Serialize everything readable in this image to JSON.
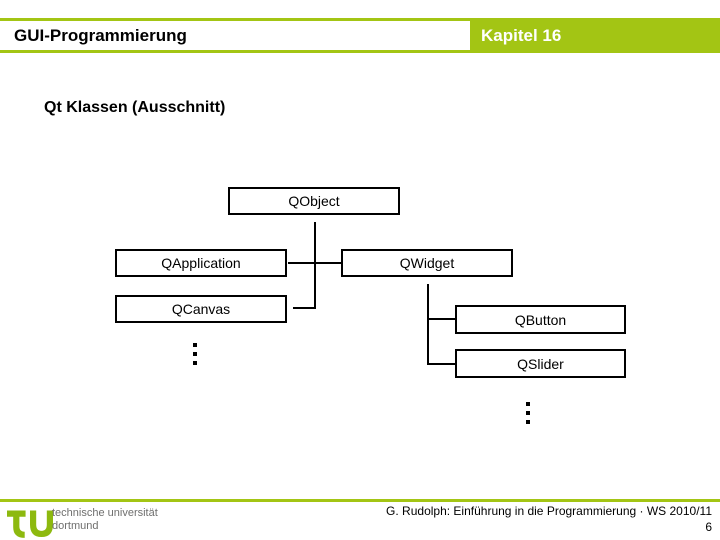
{
  "header": {
    "section_title": "GUI-Programmierung",
    "chapter_label": "Kapitel 16"
  },
  "slide": {
    "title": "Qt Klassen (Ausschnitt)"
  },
  "diagram": {
    "type": "class-hierarchy",
    "nodes": [
      {
        "id": "qobject",
        "label": "QObject",
        "parent": null
      },
      {
        "id": "qapplication",
        "label": "QApplication",
        "parent": "qobject"
      },
      {
        "id": "qwidget",
        "label": "QWidget",
        "parent": "qobject"
      },
      {
        "id": "qcanvas",
        "label": "QCanvas",
        "parent": "qobject"
      },
      {
        "id": "qbutton",
        "label": "QButton",
        "parent": "qwidget"
      },
      {
        "id": "qslider",
        "label": "QSlider",
        "parent": "qwidget"
      }
    ],
    "continuation_markers": [
      "below-qcanvas",
      "below-qslider"
    ]
  },
  "footer": {
    "logo": {
      "line1": "technische universität",
      "line2": "dortmund"
    },
    "credit": "G. Rudolph: Einführung in die Programmierung · WS 2010/11",
    "page_number": "6"
  },
  "colors": {
    "accent_green": "#a3c514",
    "logo_green": "#8db90f",
    "logo_text_gray": "#6f6f6e",
    "text_black": "#000000"
  }
}
